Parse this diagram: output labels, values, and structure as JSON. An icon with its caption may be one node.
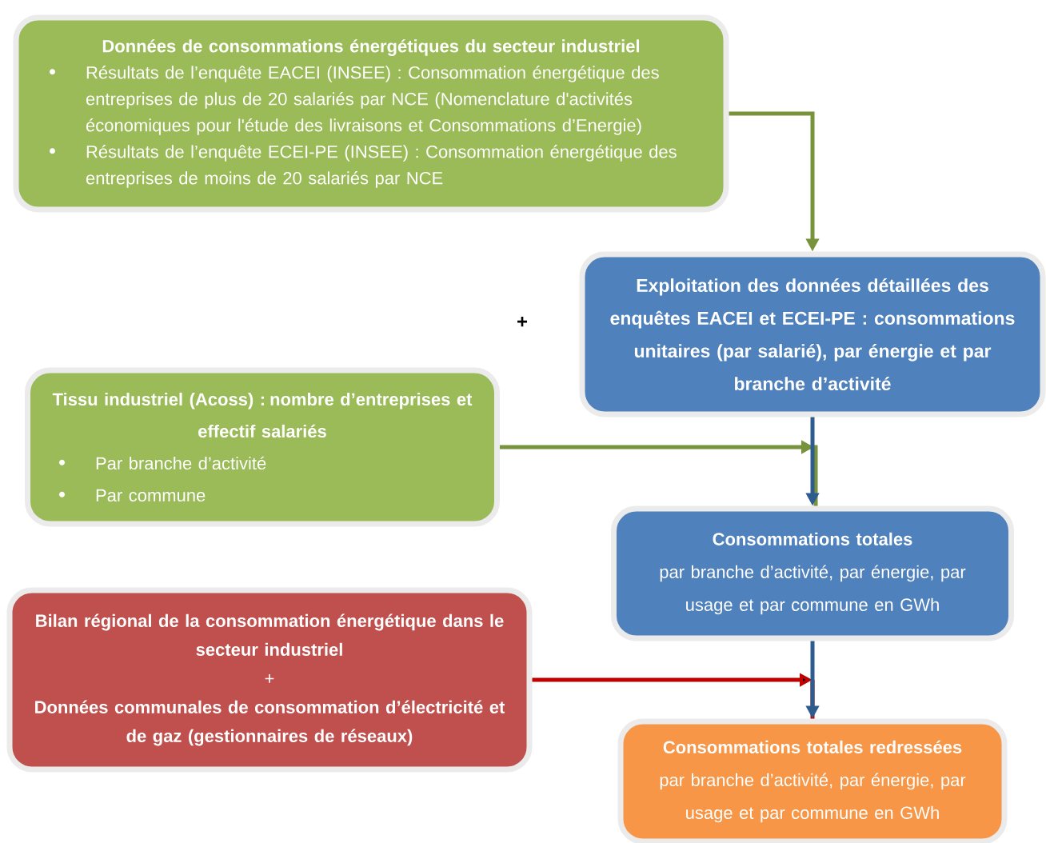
{
  "diagram": {
    "nodes": [
      {
        "text": [
          "Données de consommations énergétiques du secteur industriel",
          "Résultats de l’enquête EACEI (INSEE) : Consommation énergétique des entreprises de plus de 20 salariés par NCE (Nomenclature d'activités économiques pour l'étude des livraisons et Consommations d’Energie)",
          "Résultats de l’enquête ECEI-PE (INSEE) : Consommation énergétique des entreprises de moins de 20 salariés par NCE"
        ]
      },
      {
        "text": [
          "Exploitation des données détaillées des enquêtes EACEI et ECEI-PE : consommations unitaires (par salarié), par énergie et par branche d’activité"
        ]
      },
      {
        "text": [
          "Tissu industriel (Acoss) : nombre d’entreprises et effectif salariés",
          "Par branche d’activité",
          "Par commune"
        ]
      },
      {
        "text": [
          "Consommations totales",
          "par branche d’activité, par énergie, par usage et par commune en GWh"
        ]
      },
      {
        "text": [
          "Bilan régional de la consommation énergétique dans le secteur industriel",
          "+",
          "Données communales de consommation d’électricité et de gaz (gestionnaires de réseaux)"
        ]
      },
      {
        "text": [
          "Consommations totales redressées",
          "par branche d’activité, par énergie, par usage et par commune en GWh"
        ]
      }
    ],
    "edges": [
      {
        "from": 0,
        "to": 1,
        "arrow": "to",
        "color": "#77933c"
      },
      {
        "from": 1,
        "to": 3,
        "arrow": "to",
        "color": "#2f5c8f"
      },
      {
        "from": 2,
        "to": 3,
        "arrow": "to",
        "color": "#77933c"
      },
      {
        "from": 3,
        "to": 5,
        "arrow": "to",
        "color": "#2f5c8f"
      },
      {
        "from": 4,
        "to": 5,
        "arrow": "to",
        "color": "#c00000"
      }
    ],
    "labels": [
      "+"
    ]
  }
}
